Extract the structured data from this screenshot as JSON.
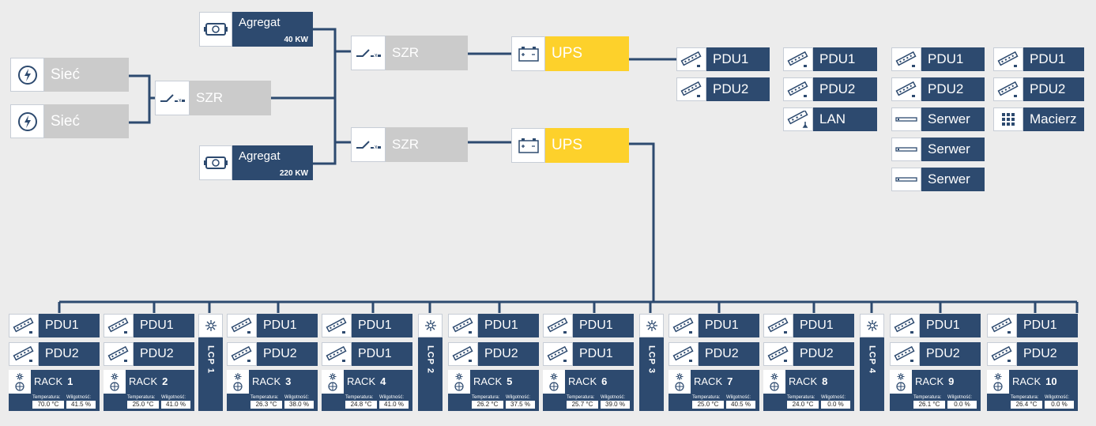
{
  "sources": {
    "mains_1": "Sieć",
    "mains_2": "Sieć"
  },
  "generators": [
    {
      "name": "Agregat",
      "power": "40 KW"
    },
    {
      "name": "Agregat",
      "power": "220 KW"
    }
  ],
  "szr": {
    "main": "SZR",
    "upper": "SZR",
    "lower": "SZR"
  },
  "ups": {
    "upper": "UPS",
    "lower": "UPS"
  },
  "distribution": {
    "col1": [
      "PDU1",
      "PDU2"
    ],
    "col2": [
      "PDU1",
      "PDU2",
      "LAN"
    ],
    "col3": [
      "PDU1",
      "PDU2",
      "Serwer",
      "Serwer",
      "Serwer"
    ],
    "col4": [
      "PDU1",
      "PDU2",
      "Macierz"
    ]
  },
  "lcp": [
    "LCP 1",
    "LCP 2",
    "LCP 3",
    "LCP 4"
  ],
  "racks": [
    {
      "pdu_a": "PDU1",
      "pdu_b": "PDU2",
      "label": "RACK",
      "num": "1",
      "temp_label": "Temperatura:",
      "hum_label": "Wilgotność:",
      "temp": "70.0 °C",
      "hum": "41.5 %"
    },
    {
      "pdu_a": "PDU1",
      "pdu_b": "PDU2",
      "label": "RACK",
      "num": "2",
      "temp_label": "Temperatura:",
      "hum_label": "Wilgotność:",
      "temp": "25.0 °C",
      "hum": "41.0 %"
    },
    {
      "pdu_a": "PDU1",
      "pdu_b": "PDU2",
      "label": "RACK",
      "num": "3",
      "temp_label": "Temperatura:",
      "hum_label": "Wilgotność:",
      "temp": "26.3 °C",
      "hum": "38.0 %"
    },
    {
      "pdu_a": "PDU1",
      "pdu_b": "PDU1",
      "label": "RACK",
      "num": "4",
      "temp_label": "Temperatura:",
      "hum_label": "Wilgotność:",
      "temp": "24.8 °C",
      "hum": "41.0 %"
    },
    {
      "pdu_a": "PDU1",
      "pdu_b": "PDU2",
      "label": "RACK",
      "num": "5",
      "temp_label": "Temperatura:",
      "hum_label": "Wilgotność:",
      "temp": "26.2 °C",
      "hum": "37.5 %"
    },
    {
      "pdu_a": "PDU1",
      "pdu_b": "PDU1",
      "label": "RACK",
      "num": "6",
      "temp_label": "Temperatura:",
      "hum_label": "Wilgotność:",
      "temp": "25.7 °C",
      "hum": "39.0 %"
    },
    {
      "pdu_a": "PDU1",
      "pdu_b": "PDU2",
      "label": "RACK",
      "num": "7",
      "temp_label": "Temperatura:",
      "hum_label": "Wilgotność:",
      "temp": "25.0 °C",
      "hum": "40.5 %"
    },
    {
      "pdu_a": "PDU1",
      "pdu_b": "PDU2",
      "label": "RACK",
      "num": "8",
      "temp_label": "Temperatura:",
      "hum_label": "Wilgotność:",
      "temp": "24.0 °C",
      "hum": "0.0 %"
    },
    {
      "pdu_a": "PDU1",
      "pdu_b": "PDU2",
      "label": "RACK",
      "num": "9",
      "temp_label": "Temperatura:",
      "hum_label": "Wilgotność:",
      "temp": "26.1 °C",
      "hum": "0.0 %"
    },
    {
      "pdu_a": "PDU1",
      "pdu_b": "PDU2",
      "label": "RACK",
      "num": "10",
      "temp_label": "Temperatura:",
      "hum_label": "Wilgotność:",
      "temp": "26.4 °C",
      "hum": "0.0 %"
    }
  ],
  "colors": {
    "navy": "#2d4a6f",
    "ups_yellow": "#fdd12b",
    "szr_grey": "#cbcbcb",
    "line": "#2d4a6f"
  },
  "icons": {
    "mains": "lightning-icon",
    "generator": "generator-icon",
    "switch": "transfer-switch-icon",
    "ups": "battery-icon",
    "pdu": "power-strip-icon",
    "lan": "network-plug-icon",
    "server": "server-icon",
    "storage": "storage-grid-icon",
    "cooling": "snowflake-icon",
    "rack": "rack-climate-icon"
  }
}
